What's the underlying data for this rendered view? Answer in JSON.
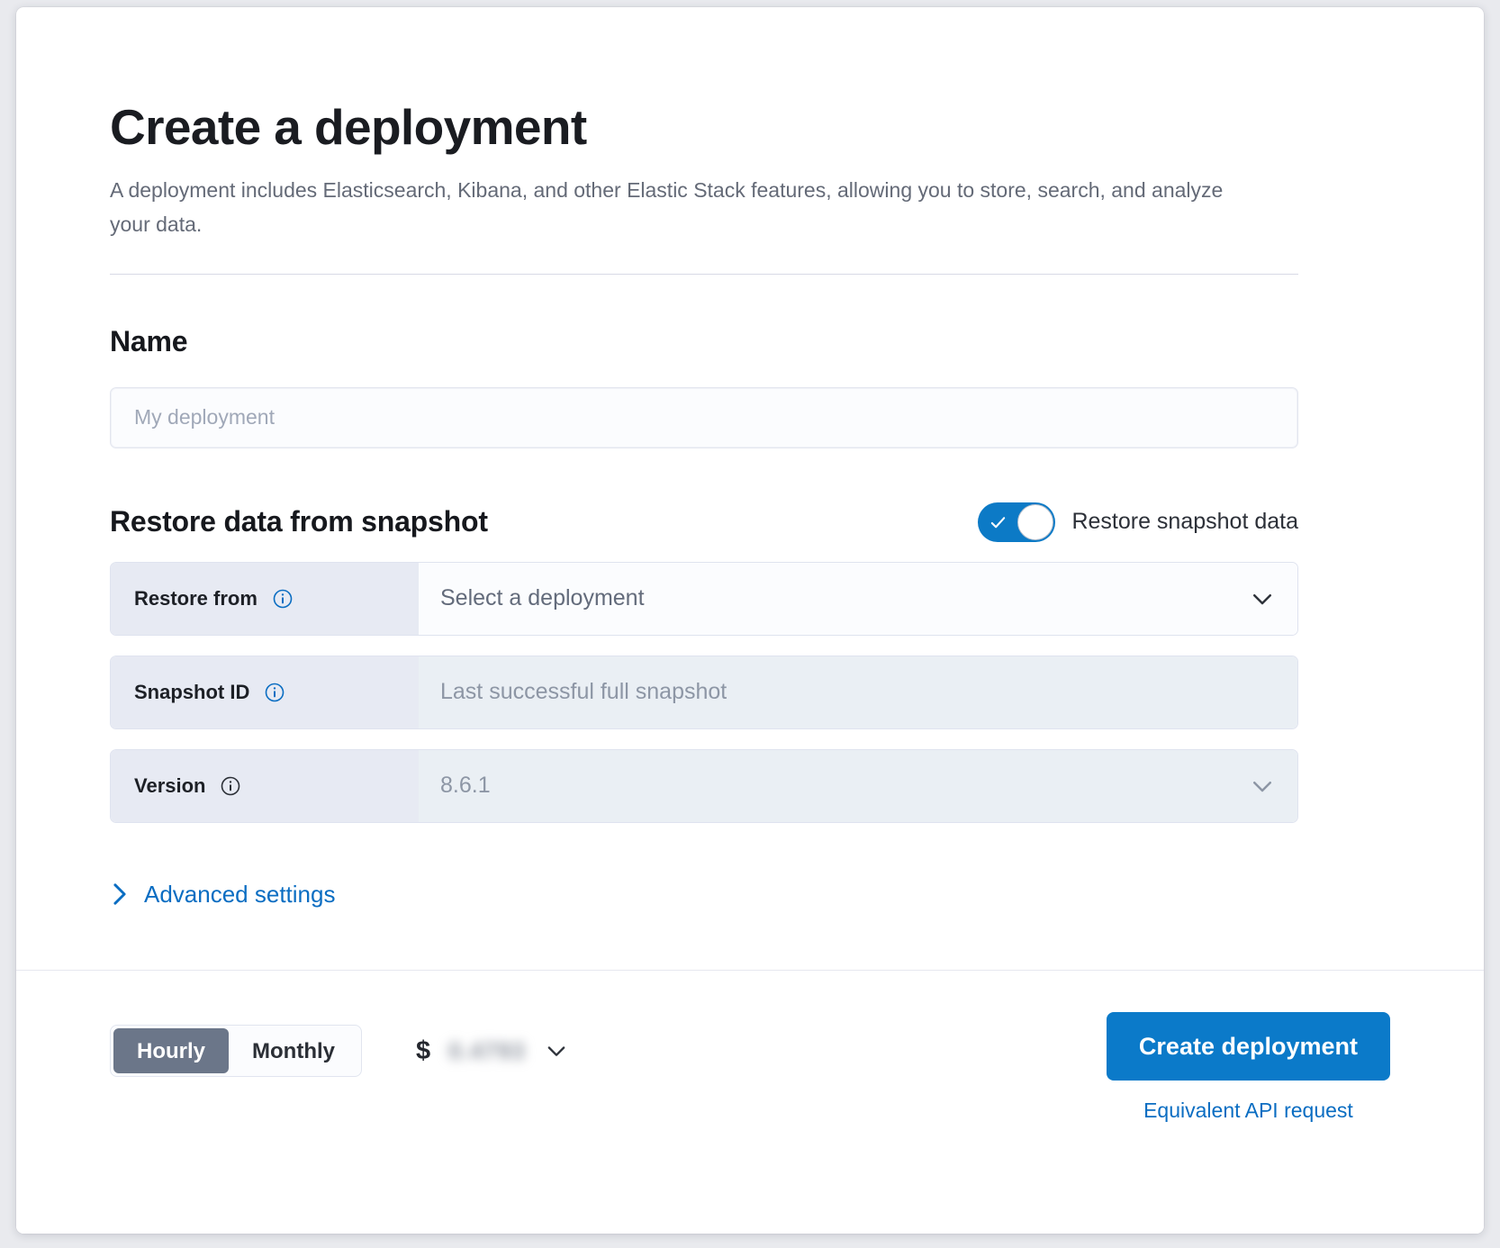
{
  "header": {
    "title": "Create a deployment",
    "subtitle": "A deployment includes Elasticsearch, Kibana, and other Elastic Stack features, allowing you to store, search, and analyze your data."
  },
  "name_section": {
    "heading": "Name",
    "input_value": "",
    "input_placeholder": "My deployment"
  },
  "restore_section": {
    "heading": "Restore data from snapshot",
    "toggle_label": "Restore snapshot data",
    "toggle_on": true,
    "rows": [
      {
        "label": "Restore from",
        "value": "Select a deployment",
        "info_icon": "info-icon",
        "control": "select",
        "disabled": false
      },
      {
        "label": "Snapshot ID",
        "value": "Last successful full snapshot",
        "info_icon": "info-icon",
        "control": "text",
        "disabled": true
      },
      {
        "label": "Version",
        "value": "8.6.1",
        "info_icon": "info-icon",
        "control": "select",
        "disabled": true
      }
    ],
    "advanced_settings_label": "Advanced settings",
    "advanced_chevron": "chevron-right-icon"
  },
  "footer": {
    "billing_options": [
      "Hourly",
      "Monthly"
    ],
    "billing_selected": "Hourly",
    "price_currency": "$",
    "price_value": "0.4793",
    "price_chevron": "chevron-down-icon",
    "create_button_label": "Create deployment",
    "api_link_label": "Equivalent API request"
  },
  "colors": {
    "accent_blue": "#0b7ac9",
    "link_blue": "#0a6dc2",
    "toggle_on": "#0c7ac6",
    "segment_active": "#6b7689",
    "prepend_bg": "#e7eaf3",
    "field_bg": "#fbfcfe",
    "field_disabled_bg": "#eaeff4",
    "text_primary": "#1a1c21",
    "text_muted": "#646a77"
  }
}
